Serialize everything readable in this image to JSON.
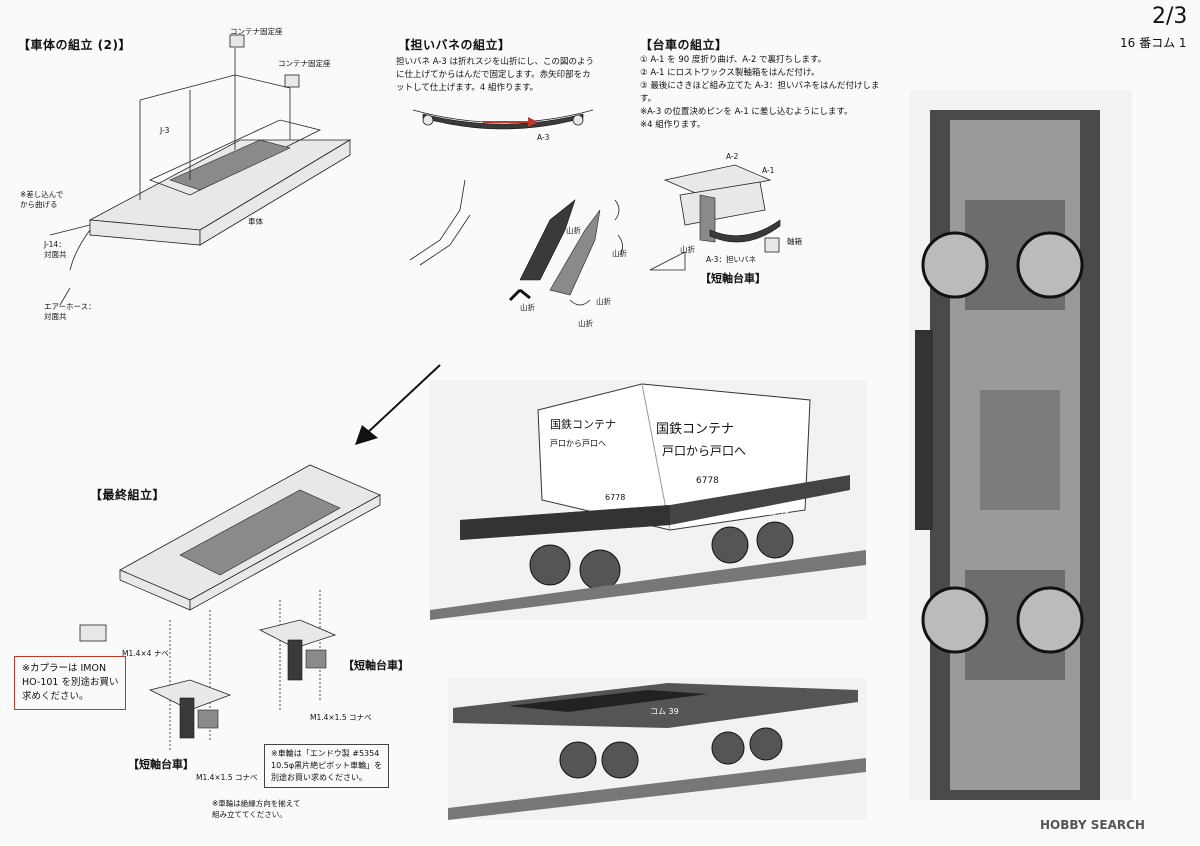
{
  "page": {
    "number": "2/3",
    "product": "16 番コム 1"
  },
  "sections": {
    "body2": {
      "title": "【車体の組立 (2)】"
    },
    "spring": {
      "title": "【担いバネの組立】",
      "text": "担いバネ A-3 は折れスジを山折にし、この図のように仕上げてからはんだで固定します。赤矢印部をカットして仕上げます。4 組作ります。"
    },
    "bogie": {
      "title": "【台車の組立】",
      "steps": [
        "① A-1 を 90 度折り曲げ、A-2 で裏打ちします。",
        "② A-1 にロストワックス製軸箱をはんだ付け。",
        "③ 最後にさきほど組み立てた A-3：担いバネをはんだ付けします。",
        "※A-3 の位置決めピンを A-1 に差し込むようにします。",
        "※4 組作ります。"
      ]
    },
    "final": {
      "title": "【最終組立】"
    }
  },
  "labels": {
    "container_seat_1": "コンテナ固定座",
    "container_seat_2": "コンテナ固定座",
    "j3": "J-3",
    "insert_bend": "※差し込んで\nから曲げる",
    "j14": "J-14：\n対面共",
    "body": "車体",
    "air_hose": "エアーホース：\n対面共",
    "a3": "A-3",
    "a2": "A-2",
    "a1": "A-1",
    "axlebox": "軸箱",
    "a3_spring": "A-3：担いバネ",
    "mountain_fold_1": "山折",
    "mountain_fold_2": "山折",
    "mountain_fold_3": "山折",
    "mountain_fold_4": "山折",
    "mountain_fold_5": "山折",
    "short_bogie": "【短軸台車】",
    "short_bogie_2": "【短軸台車】",
    "short_bogie_3": "【短軸台車】",
    "screw_1": "M1.4×4 ナベ",
    "screw_2": "M1.4×1.5 コナベ",
    "screw_3": "M1.4×1.5 コナベ"
  },
  "notes": {
    "coupler": "※カプラーは IMON\nHO-101 を別途お買い\n求めください。",
    "wheels": "※車輪は「エンドウ製 #5354\n10.5φ黒片絶ピボット車輪」を\n別途お買い求めください。",
    "wheel_direction": "※車輪は絶縁方向を揃えて\n組み立ててください。"
  },
  "photo_text": {
    "container_line1": "国鉄コンテナ",
    "container_line2": "戸口から戸口へ",
    "container_no": "6778",
    "car_no": "コム 39",
    "car_no_2": "コム 39"
  },
  "watermark": "HOBBY SEARCH"
}
